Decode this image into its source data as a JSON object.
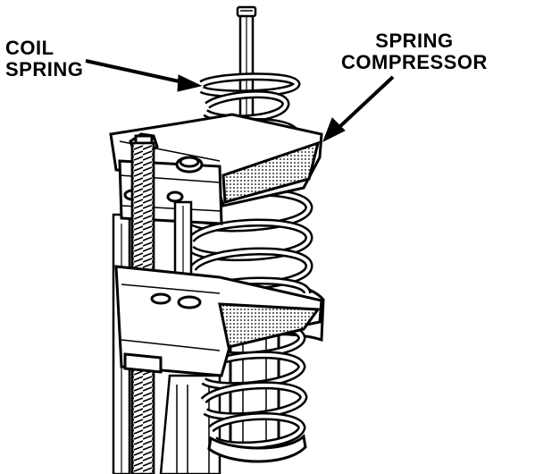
{
  "labels": {
    "coil_spring": [
      "COIL",
      "SPRING"
    ],
    "spring_compressor": [
      "SPRING",
      "COMPRESSOR"
    ]
  },
  "colors": {
    "ink": "#000000",
    "paper": "#ffffff",
    "shade": "#6a6a6a"
  }
}
